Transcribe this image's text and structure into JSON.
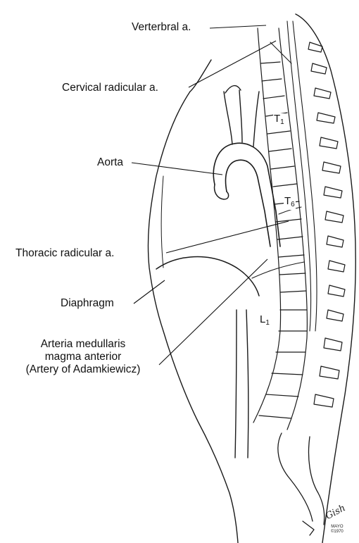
{
  "labels": {
    "vertebral": "Verterbral a.",
    "cervical_radicular": "Cervical radicular a.",
    "aorta": "Aorta",
    "thoracic_radicular": "Thoracic radicular a.",
    "diaphragm": "Diaphragm",
    "adamkiewicz_line1": "Arteria medullaris",
    "adamkiewicz_line2": "magma anterior",
    "adamkiewicz_line3": "(Artery of Adamkiewicz)"
  },
  "vertebra_levels": {
    "t1_letter": "T",
    "t1_num": "1",
    "t6_letter": "T",
    "t6_num": "6",
    "l1_letter": "L",
    "l1_num": "1"
  },
  "credit": {
    "signature": "Gish",
    "mayo_line1": "MAYO",
    "mayo_line2": "©1970"
  }
}
